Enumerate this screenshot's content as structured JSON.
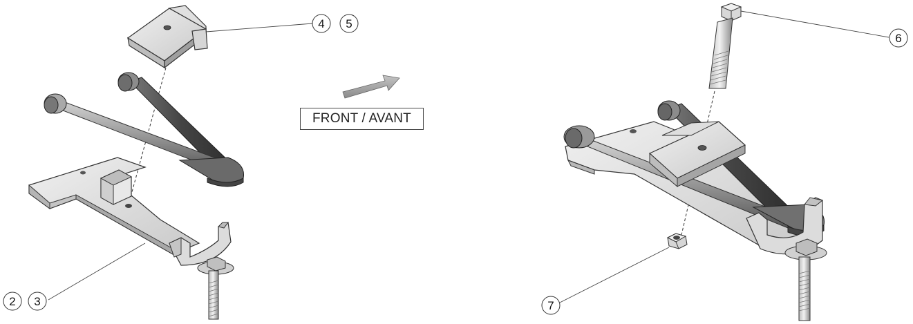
{
  "direction_label": "FRONT / AVANT",
  "callouts": {
    "left_top": [
      "4",
      "5"
    ],
    "left_bottom": [
      "2",
      "3"
    ],
    "right_top": [
      "6"
    ],
    "right_bottom": [
      "7"
    ]
  },
  "colors": {
    "line": "#333333",
    "light_metal": "#e6e6e6",
    "mid_metal": "#b9b9b9",
    "dark_metal": "#5a5a5a",
    "arrow": "#9a9a9a"
  }
}
